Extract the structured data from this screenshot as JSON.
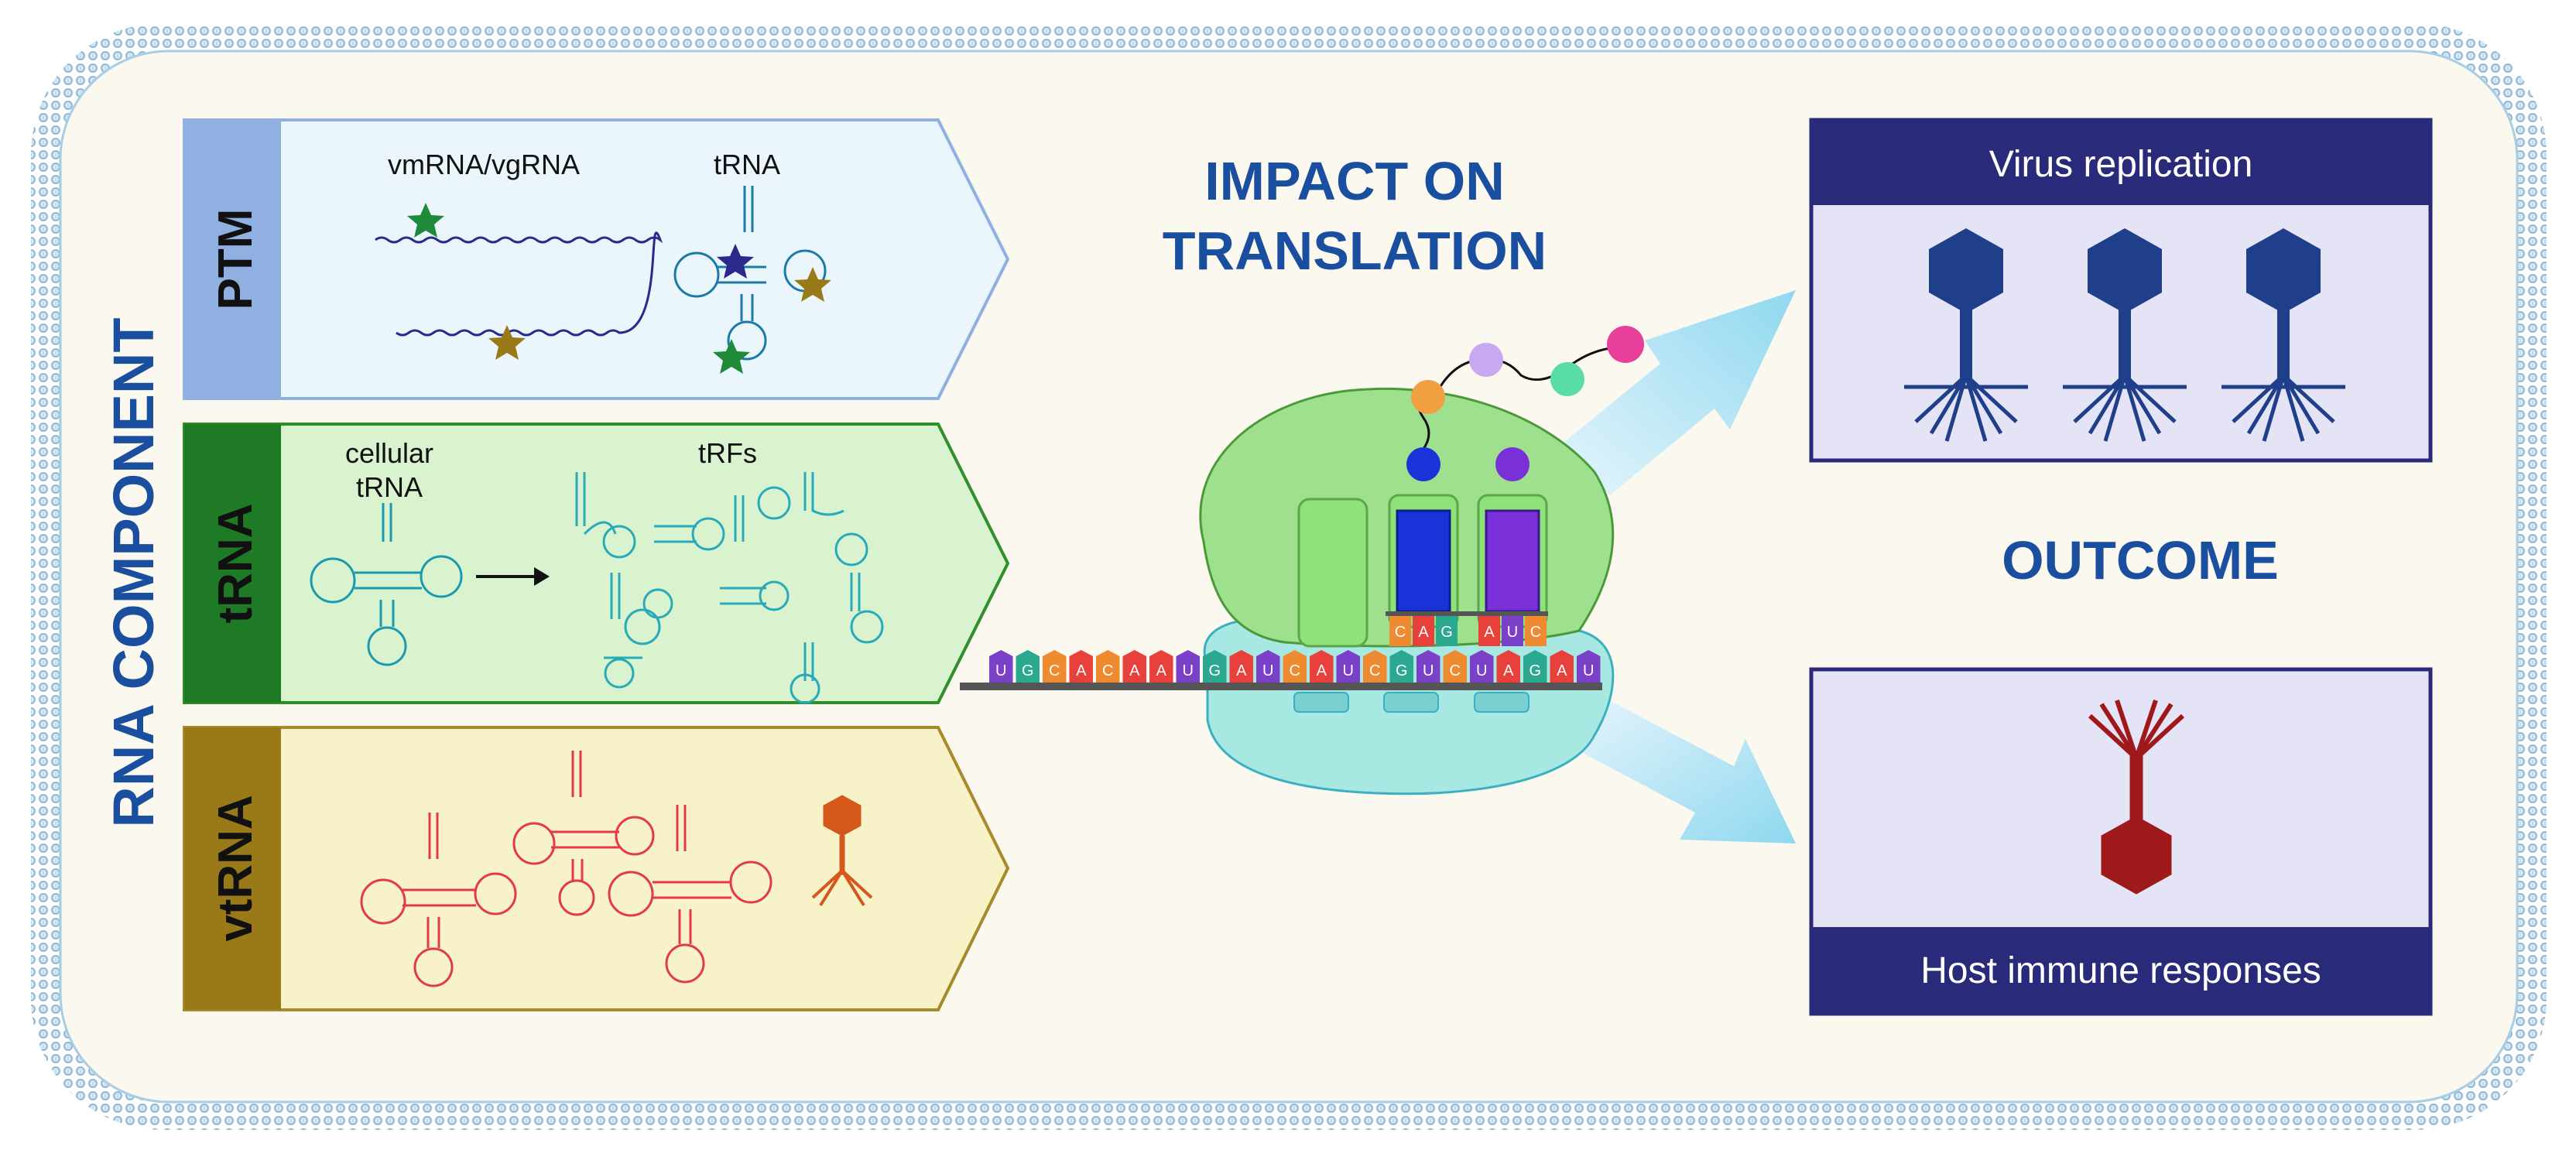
{
  "side_label": "RNA COMPONENT",
  "panels": [
    {
      "tab": "PTM",
      "texts": [
        "vmRNA/vgRNA",
        "tRNA"
      ],
      "colors": {
        "tab": "#8fb0e0",
        "fill": "#eaf6fb",
        "stroke": "#8fb0e0"
      }
    },
    {
      "tab": "tRNA",
      "texts": [
        "cellular",
        "tRNA",
        "tRFs"
      ],
      "colors": {
        "tab": "#1f7a25",
        "fill": "#d9f3cf",
        "stroke": "#2f8f2a"
      }
    },
    {
      "tab": "vtRNA",
      "texts": [],
      "colors": {
        "tab": "#9a7a18",
        "fill": "#f7f2c8",
        "stroke": "#a88a2a"
      }
    }
  ],
  "center": {
    "title_line1": "IMPACT ON",
    "title_line2": "TRANSLATION",
    "mrna_letters": [
      "U",
      "G",
      "C",
      "A",
      "C",
      "A",
      "A",
      "U",
      "G",
      "A",
      "U",
      "C",
      "A",
      "U",
      "C",
      "G",
      "U",
      "C",
      "U",
      "A",
      "G",
      "A",
      "U"
    ],
    "codons_top": [
      "C",
      "A",
      "G",
      "A",
      "U",
      "C"
    ]
  },
  "outcome": {
    "label": "OUTCOME",
    "box1_title": "Virus replication",
    "box2_title": "Host immune responses"
  },
  "colors": {
    "accent_blue": "#1a4fa0",
    "navy": "#2a2a7a",
    "membrane": "#9dc5df",
    "background": "#fbf8ef",
    "phage_blue": "#1f3f8a",
    "phage_red": "#9e1a1a",
    "phage_orange": "#d4571b",
    "vtrna_red": "#e33a4a"
  }
}
